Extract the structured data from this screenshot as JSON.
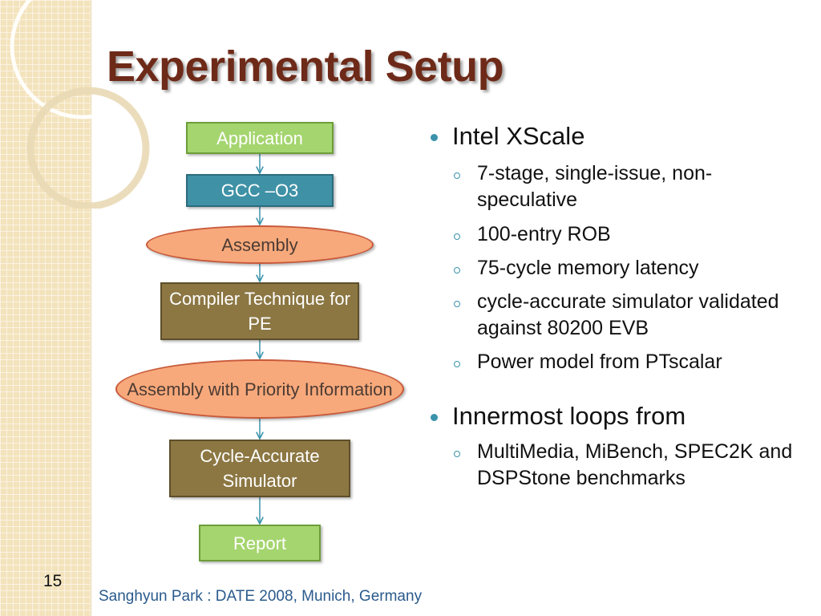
{
  "title": "Experimental Setup",
  "flowchart": {
    "nodes": [
      {
        "id": "application",
        "label": "Application",
        "shape": "rectangle",
        "color": "#a5d56f"
      },
      {
        "id": "gcc",
        "label": "GCC –O3",
        "shape": "rectangle",
        "color": "#3f91a6"
      },
      {
        "id": "assembly",
        "label": "Assembly",
        "shape": "ellipse",
        "color": "#f7a97b"
      },
      {
        "id": "compiler-technique",
        "label": "Compiler Technique for PE",
        "shape": "rectangle",
        "color": "#8c7743"
      },
      {
        "id": "assembly-priority",
        "label": "Assembly with Priority Information",
        "shape": "ellipse",
        "color": "#f7a97b"
      },
      {
        "id": "simulator",
        "label": "Cycle-Accurate Simulator",
        "shape": "rectangle",
        "color": "#8c7743"
      },
      {
        "id": "report",
        "label": "Report",
        "shape": "rectangle",
        "color": "#a5d56f"
      }
    ],
    "edges": [
      {
        "from": "application",
        "to": "gcc"
      },
      {
        "from": "gcc",
        "to": "assembly"
      },
      {
        "from": "assembly",
        "to": "compiler-technique"
      },
      {
        "from": "compiler-technique",
        "to": "assembly-priority"
      },
      {
        "from": "assembly-priority",
        "to": "simulator"
      },
      {
        "from": "simulator",
        "to": "report"
      }
    ],
    "arrow_color": "#3a93ab"
  },
  "bullets": [
    {
      "text": "Intel XScale",
      "sub": [
        "7-stage, single-issue, non-speculative",
        "100-entry ROB",
        "75-cycle memory latency",
        "cycle-accurate simulator validated against 80200 EVB",
        "Power model from PTscalar"
      ]
    },
    {
      "text": "Innermost loops from",
      "sub": [
        "MultiMedia, MiBench, SPEC2K and DSPStone benchmarks"
      ]
    }
  ],
  "slide_number": "15",
  "footer": "Sanghyun Park : DATE 2008, Munich, Germany",
  "theme": {
    "title_color": "#6e2a18",
    "accent": "#3a93ab",
    "sidebar": "#f3e3bc"
  }
}
